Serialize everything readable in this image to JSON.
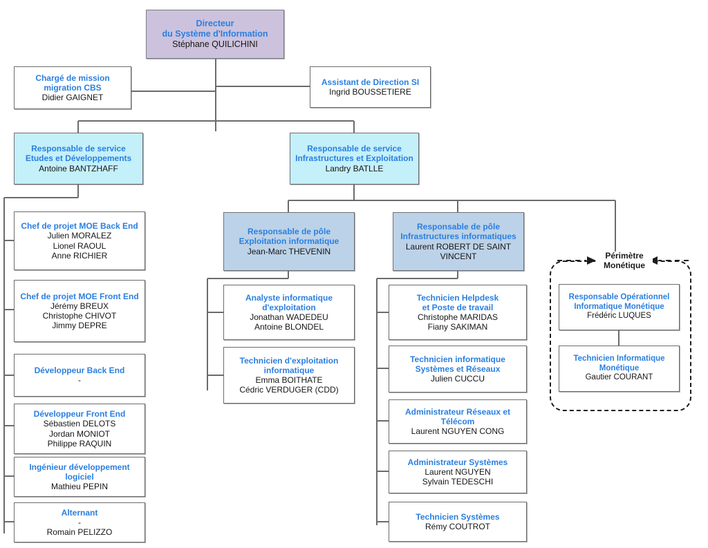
{
  "meta": {
    "title": "Organigramme Direction du Systeme d'Information",
    "colors": {
      "role_text": "#2a7fe0",
      "person_text": "#151515",
      "director_fill": "#ccc2dd",
      "service_fill": "#c4f0fa",
      "pole_fill": "#bcd2e8",
      "plain_fill": "#ffffff",
      "border": "#6b6b6b",
      "connector": "#6b6b6b",
      "perimeter_dash": "#1d1d1d"
    }
  },
  "nodes": {
    "director": {
      "role_line1": "Directeur",
      "role_line2": "du Système d'Information",
      "person": "Stéphane QUILICHINI"
    },
    "mission_cbs": {
      "role_line1": "Chargé de mission",
      "role_line2": "migration CBS",
      "person": "Didier GAIGNET"
    },
    "assistant": {
      "role_line1": "Assistant de Direction SI",
      "person": "Ingrid BOUSSETIERE"
    },
    "service_etudes": {
      "role_line1": "Responsable de service",
      "role_line2": "Etudes et Développements",
      "person": "Antoine BANTZHAFF"
    },
    "service_infra": {
      "role_line1": "Responsable de service",
      "role_line2": "Infrastructures et Exploitation",
      "person": "Landry BATLLE"
    },
    "pole_exploitation": {
      "role_line1": "Responsable de pôle",
      "role_line2": "Exploitation informatique",
      "person": "Jean-Marc THEVENIN"
    },
    "pole_infra": {
      "role_line1": "Responsable de pôle",
      "role_line2": "Infrastructures informatiques",
      "person_line1": "Laurent ROBERT DE SAINT",
      "person_line2": "VINCENT"
    },
    "cp_moe_back": {
      "role_line1": "Chef de projet MOE Back End",
      "person_line1": "Julien MORALEZ",
      "person_line2": "Lionel RAOUL",
      "person_line3": "Anne RICHIER"
    },
    "cp_moe_front": {
      "role_line1": "Chef de projet MOE Front End",
      "person_line1": "Jérémy BREUX",
      "person_line2": "Christophe CHIVOT",
      "person_line3": "Jimmy DEPRE"
    },
    "dev_back": {
      "role_line1": "Développeur Back End",
      "person_line1": "-"
    },
    "dev_front": {
      "role_line1": "Développeur Front End",
      "person_line1": "Sébastien DELOTS",
      "person_line2": "Jordan MONIOT",
      "person_line3": "Philippe RAQUIN"
    },
    "ing_dev_logiciel": {
      "role_line1": "Ingénieur développement",
      "role_line2": "logiciel",
      "person_line1": "Mathieu PEPIN"
    },
    "alternant": {
      "role_line1": "Alternant",
      "person_line1": "-",
      "person_line2": "Romain PELIZZO"
    },
    "analyste_expl": {
      "role_line1": "Analyste informatique",
      "role_line2": "d'exploitation",
      "person_line1": "Jonathan WADEDEU",
      "person_line2": "Antoine BLONDEL"
    },
    "tech_expl": {
      "role_line1": "Technicien d'exploitation",
      "role_line2": "informatique",
      "person_line1": "Emma BOITHATE",
      "person_line2": "Cédric VERDUGER (CDD)"
    },
    "tech_helpdesk": {
      "role_line1": "Technicien Helpdesk",
      "role_line2": "et Poste de travail",
      "person_line1": "Christophe MARIDAS",
      "person_line2": "Fiany SAKIMAN"
    },
    "tech_sys_reseaux": {
      "role_line1": "Technicien informatique",
      "role_line2": "Systèmes et Réseaux",
      "person_line1": "Julien CUCCU"
    },
    "admin_reseaux": {
      "role_line1": "Administrateur Réseaux et",
      "role_line2": "Télécom",
      "person_line1": "Laurent NGUYEN CONG"
    },
    "admin_systemes": {
      "role_line1": "Administrateur Systèmes",
      "person_line1": "Laurent NGUYEN",
      "person_line2": "Sylvain TEDESCHI"
    },
    "tech_systemes": {
      "role_line1": "Technicien Systèmes",
      "person_line1": "Rémy COUTROT"
    },
    "resp_monetique": {
      "role_line1": "Responsable Opérationnel",
      "role_line2": "Informatique Monétique",
      "person_line1": "Frédéric LUQUES"
    },
    "tech_monetique": {
      "role_line1": "Technicien Informatique",
      "role_line2": "Monétique",
      "person_line1": "Gautier COURANT"
    }
  },
  "perimeter": {
    "label_line1": "Périmètre",
    "label_line2": "Monétique"
  }
}
